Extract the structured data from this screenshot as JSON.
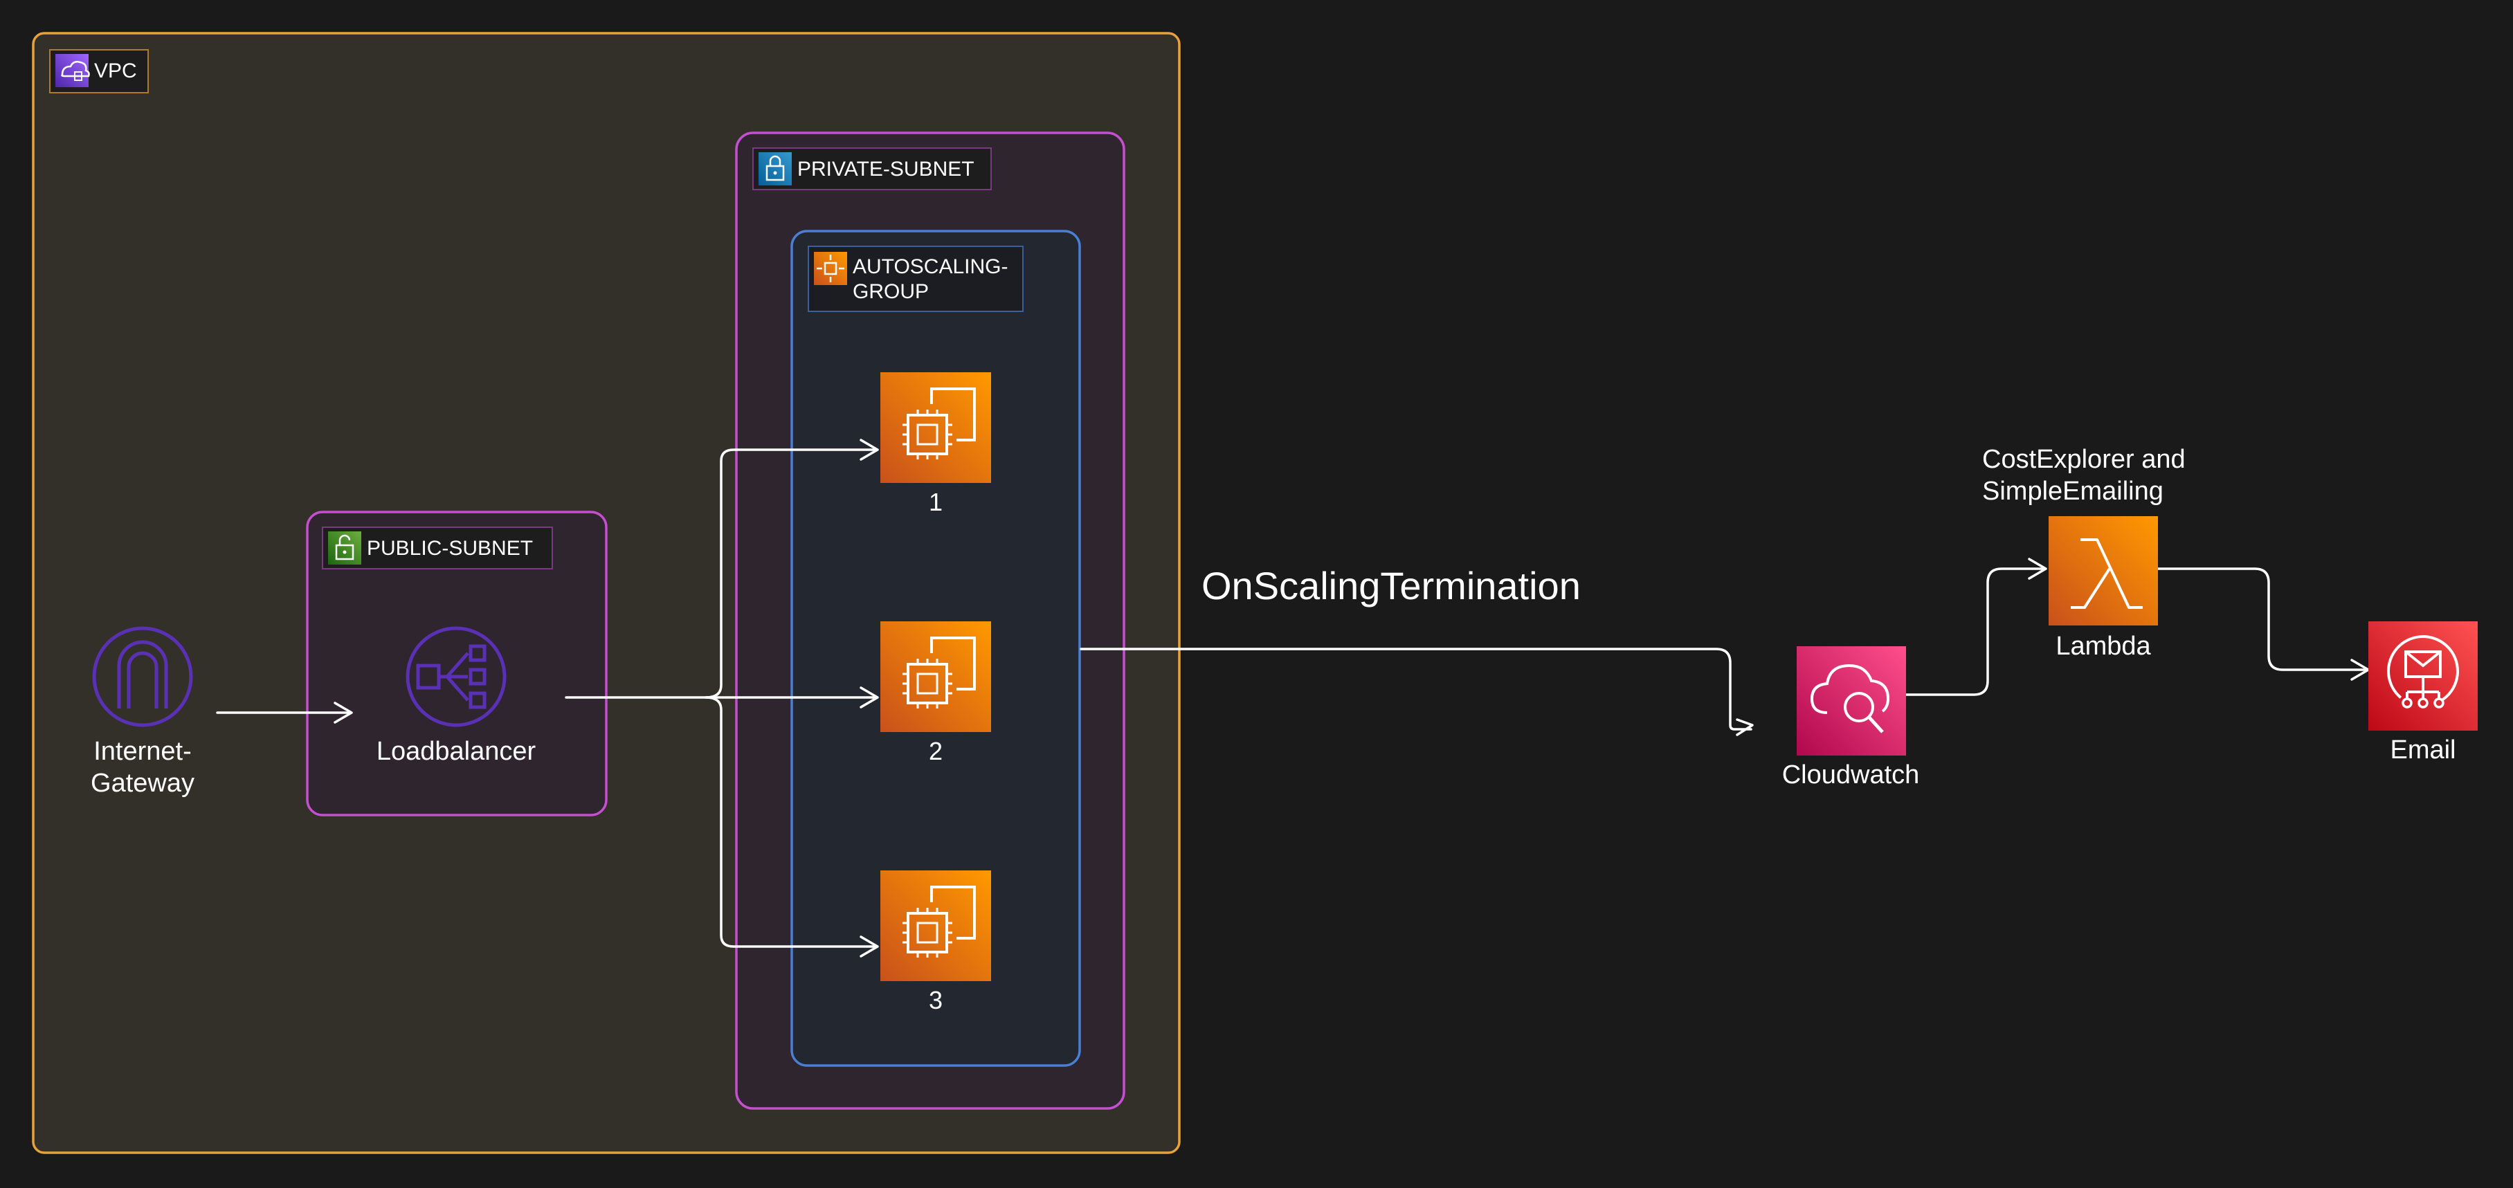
{
  "groups": {
    "vpc": {
      "label": "VPC",
      "color": "#e7a23b"
    },
    "private_subnet": {
      "label": "PRIVATE-SUBNET",
      "color": "#c54fd0"
    },
    "autoscaling_group": {
      "label_line1": "AUTOSCALING-",
      "label_line2": "GROUP",
      "color": "#4a7fd4"
    },
    "public_subnet": {
      "label": "PUBLIC-SUBNET",
      "color": "#c54fd0"
    }
  },
  "nodes": {
    "internet_gateway": {
      "label_line1": "Internet-",
      "label_line2": "Gateway",
      "icon": "internet-gateway-icon",
      "color": "#4d27aa"
    },
    "loadbalancer": {
      "label": "Loadbalancer",
      "icon": "load-balancer-icon",
      "color": "#4d27aa"
    },
    "ec2_instances": [
      {
        "label": "1",
        "icon": "ec2-instance-icon"
      },
      {
        "label": "2",
        "icon": "ec2-instance-icon"
      },
      {
        "label": "3",
        "icon": "ec2-instance-icon"
      }
    ],
    "cloudwatch": {
      "label": "Cloudwatch",
      "icon": "cloudwatch-icon",
      "color": "#d6246e"
    },
    "lambda": {
      "label": "Lambda",
      "icon": "lambda-icon",
      "caption_line1": "CostExplorer and",
      "caption_line2": "SimpleEmailing",
      "color": "#ed7100"
    },
    "email": {
      "label": "Email",
      "icon": "email-icon",
      "color": "#dd344c"
    }
  },
  "edges": {
    "termination_label": "OnScalingTermination"
  },
  "colors": {
    "background": "#1a1a1a",
    "vpc_fill": "#333029",
    "private_fill": "#2f252f",
    "asg_fill": "#232830",
    "public_fill": "#2f252f",
    "arrow": "#ffffff",
    "ec2_orange": "#ed7100"
  }
}
